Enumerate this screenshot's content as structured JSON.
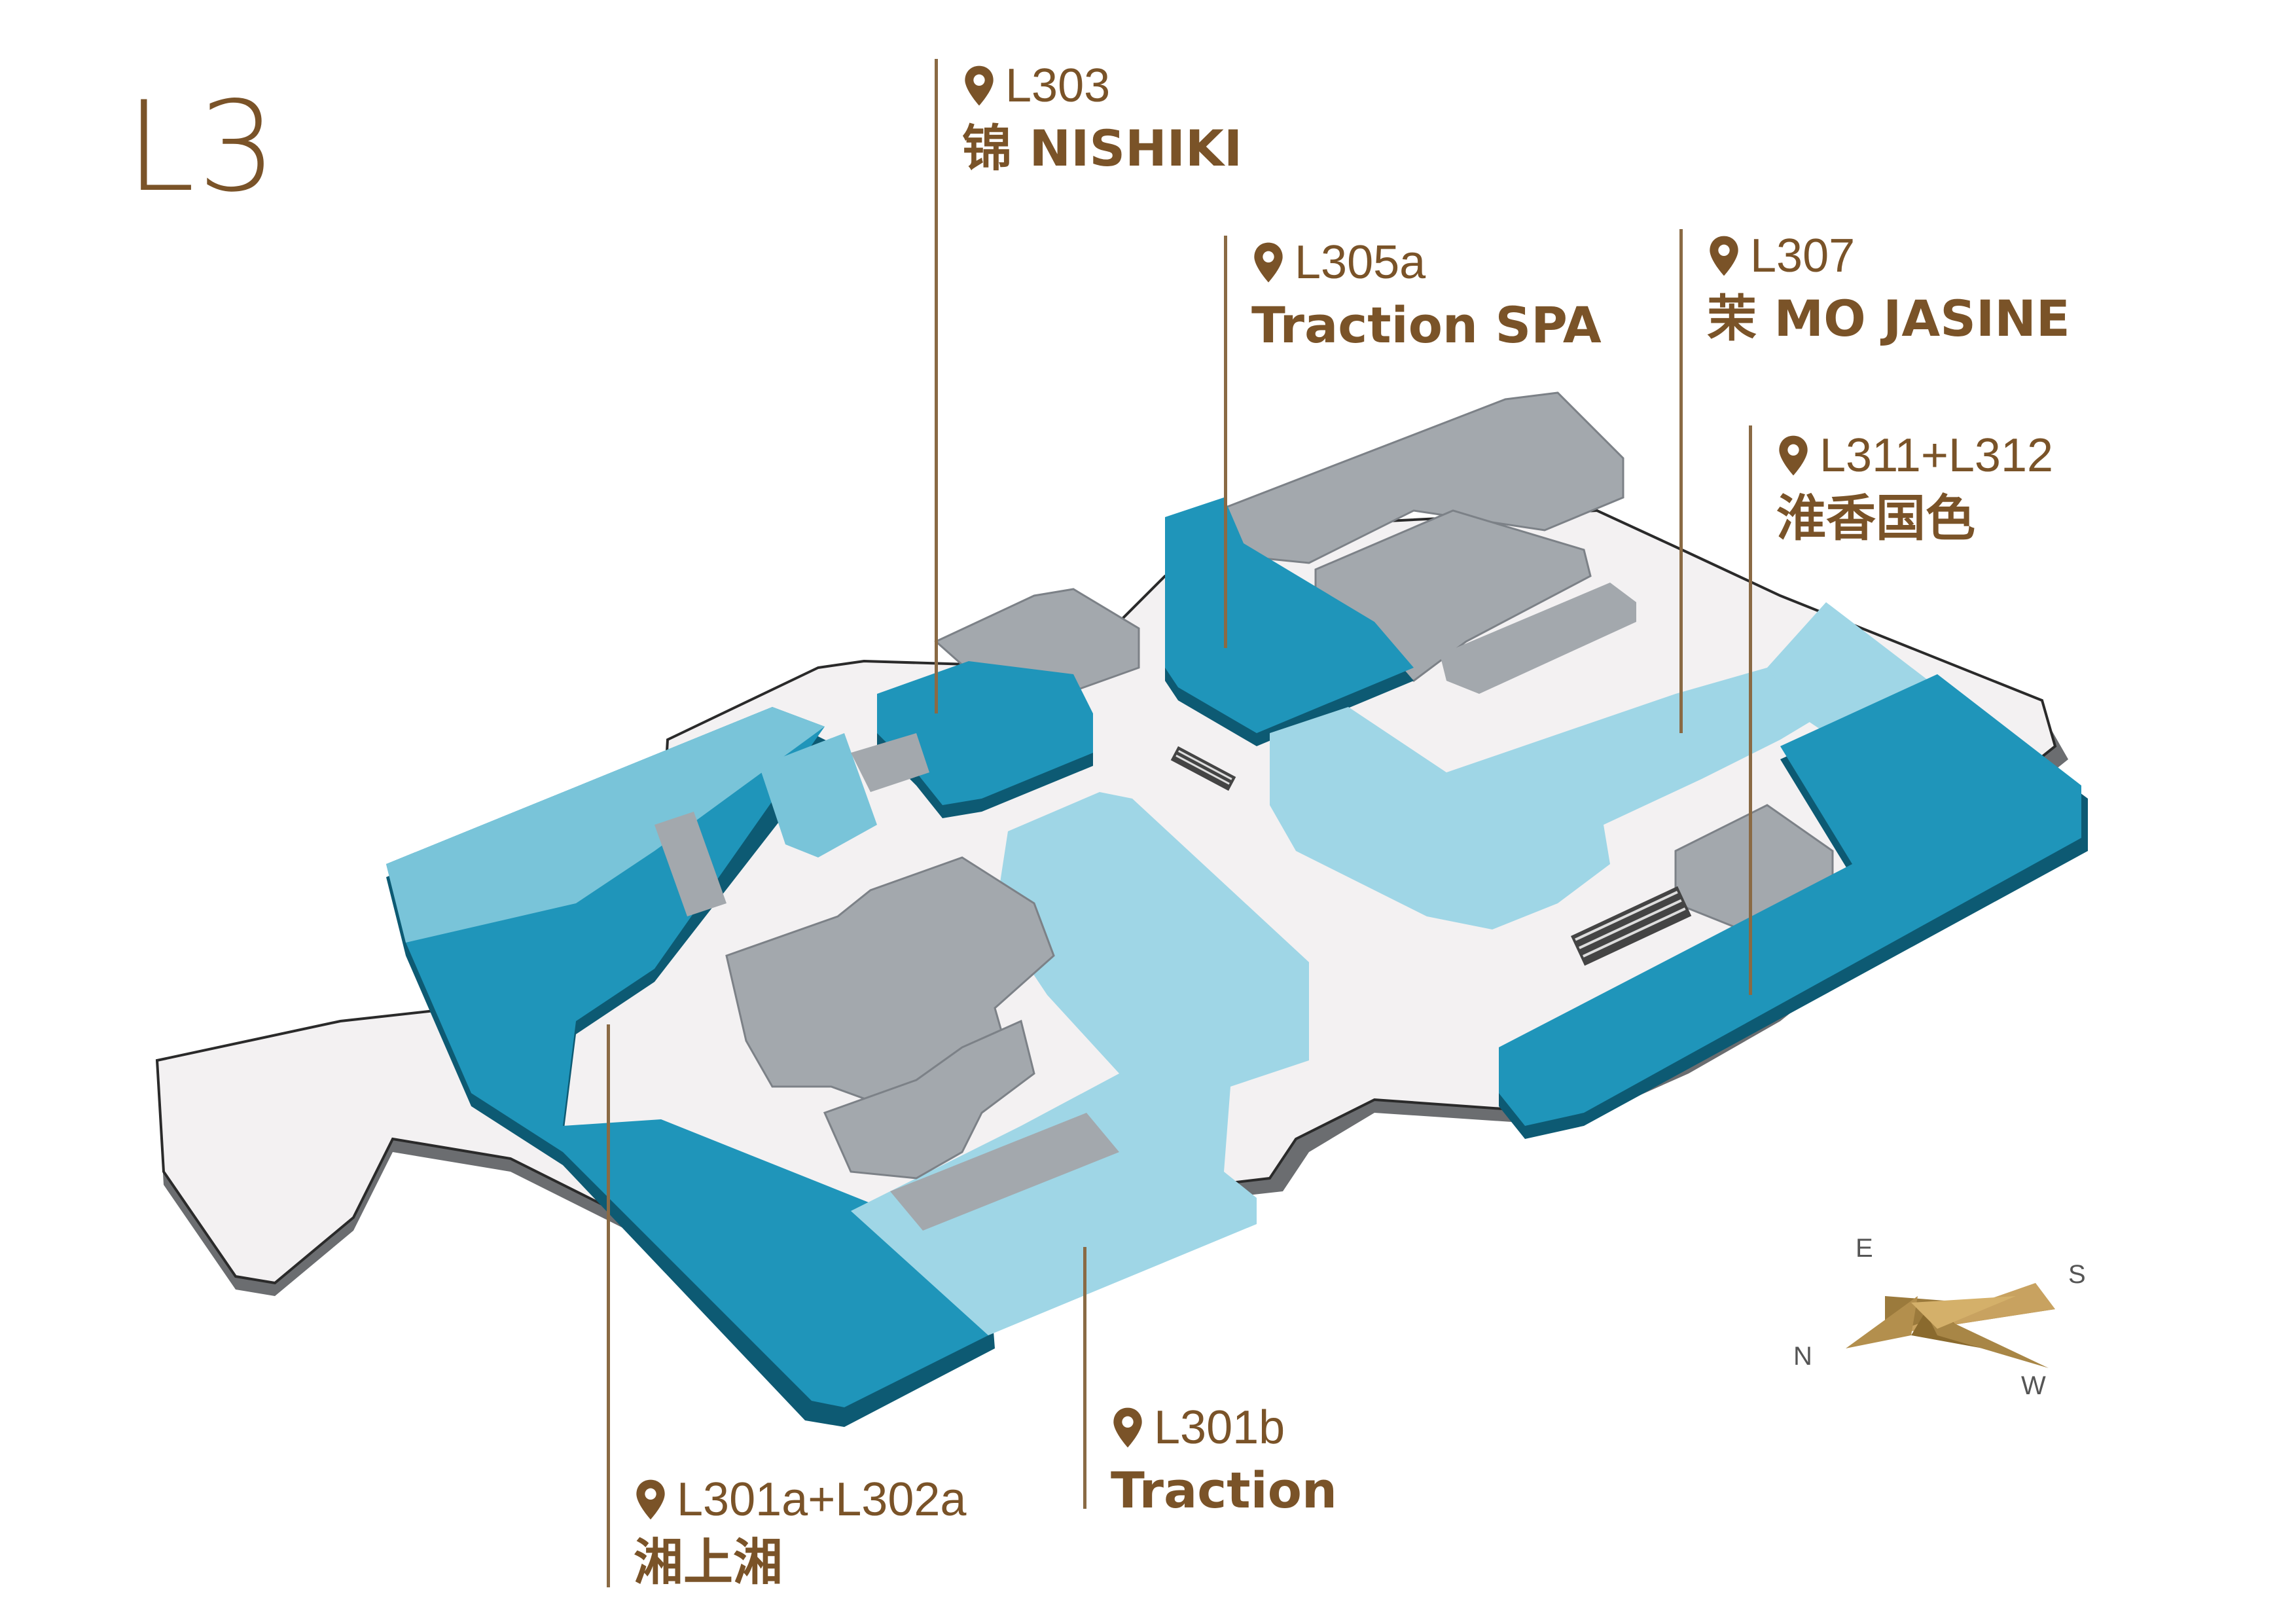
{
  "floor": {
    "label": "L3"
  },
  "colors": {
    "accent": "#7a5328",
    "leader": "#8a6a44",
    "corridor": "#f3f1f2",
    "store_dark": "#1f95ba",
    "store_mid": "#79c4d9",
    "store_light": "#9fd6e6",
    "service": "#a3a8ad"
  },
  "callouts": [
    {
      "code": "L303",
      "name": "锦 NISHIKI",
      "icon": "map-pin-icon"
    },
    {
      "code": "L305a",
      "name": "Traction SPA",
      "icon": "map-pin-icon"
    },
    {
      "code": "L307",
      "name": "茉 MO JASINE",
      "icon": "map-pin-icon"
    },
    {
      "code": "L311+L312",
      "name": "淮香国色",
      "icon": "map-pin-icon"
    },
    {
      "code": "L301b",
      "name": "Traction",
      "icon": "map-pin-icon"
    },
    {
      "code": "L301a+L302a",
      "name": "湘上湘",
      "icon": "map-pin-icon"
    }
  ],
  "compass": {
    "north": "N",
    "south": "S",
    "east": "E",
    "west": "W",
    "icon": "compass-rose-icon"
  },
  "escalator_icon": "escalator-icon"
}
